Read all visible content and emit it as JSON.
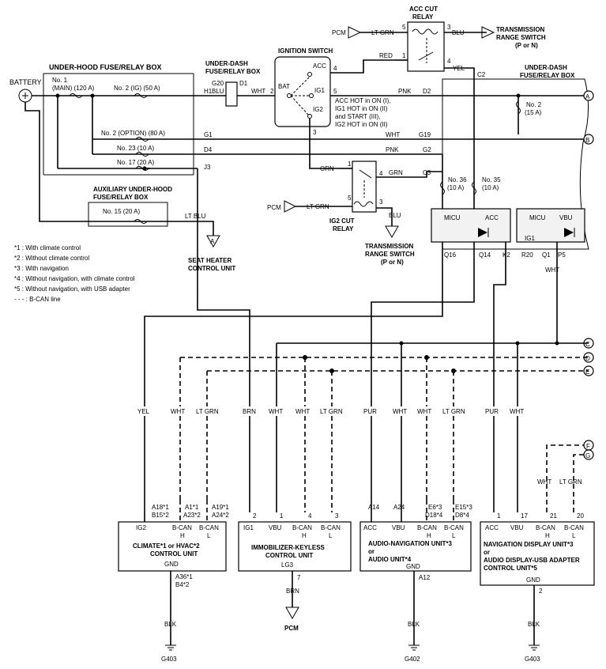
{
  "battery": "BATTERY",
  "under_hood_box": {
    "title": "UNDER-HOOD FUSE/RELAY BOX",
    "fuse1": "No. 1",
    "fuse1b": "(MAIN)  (120 A)",
    "fuse2": "No. 2 (IG)  (50 A)",
    "fuse_opt": "No. 2 (OPTION)  (80 A)",
    "fuse23": "No. 23  (10 A)",
    "fuse17": "No. 17  (20 A)",
    "pin_h1": "H1",
    "pin_g1": "G1",
    "pin_d4": "D4",
    "pin_j3": "J3"
  },
  "under_dash_box_left": {
    "title1": "UNDER-DASH",
    "title2": "FUSE/RELAY BOX",
    "pin_g20": "G20",
    "pin_d1": "D1"
  },
  "ignition_switch": {
    "title": "IGNITION SWITCH",
    "acc": "ACC",
    "bat": "BAT",
    "ig1": "IG1",
    "ig2": "IG2",
    "p2": "2",
    "p4": "4",
    "p5": "5",
    "p3": "3",
    "note1": "ACC HOT in ON (I),",
    "note2": "IG1 HOT in ON (II)",
    "note3": "and START (III),",
    "note4": "IG2 HOT in ON (II)"
  },
  "acc_cut_relay": {
    "title1": "ACC CUT",
    "title2": "RELAY",
    "p5": "5",
    "p3": "3",
    "p1": "1",
    "p4": "4",
    "pcm": "PCM",
    "ltgrn": "LT GRN",
    "blu": "BLU",
    "red": "RED",
    "yel": "YEL",
    "trs1": "TRANSMISSION",
    "trs2": "RANGE SWITCH",
    "trs3": "(P or N)"
  },
  "ig2_cut_relay": {
    "title1": "IG2 CUT",
    "title2": "RELAY",
    "p1": "1",
    "p4": "4",
    "p5": "5",
    "p3": "3",
    "orn": "ORN",
    "grn": "GRN",
    "pcm": "PCM",
    "ltgrn": "LT GRN",
    "blu": "BLU",
    "trs1": "TRANSMISSION",
    "trs2": "RANGE SWITCH",
    "trs3": "(P or N)"
  },
  "under_dash_box_right": {
    "title1": "UNDER-DASH",
    "title2": "FUSE/RELAY BOX",
    "c2": "C2",
    "d2": "D2",
    "g19": "G19",
    "g2": "G2",
    "c3": "C3",
    "fuse2a": "No. 2",
    "fuse2b": "(15 A)",
    "fuse36a": "No. 36",
    "fuse36b": "(10 A)",
    "fuse35a": "No. 35",
    "fuse35b": "(10 A)",
    "micu1": "MICU",
    "acc": "ACC",
    "micu2": "MICU",
    "vbu": "VBU",
    "ig1": "IG1",
    "q16": "Q16",
    "q14": "Q14",
    "k2": "K2",
    "r20": "R20",
    "q1": "Q1",
    "p5": "P5"
  },
  "wire_labels": {
    "blu": "BLU",
    "wht": "WHT",
    "pnk": "PNK",
    "wht2": "WHT",
    "pnk2": "PNK",
    "ltblu": "LT BLU",
    "wht_micu": "WHT"
  },
  "aux_box": {
    "title1": "AUXILIARY UNDER-HOOD",
    "title2": "FUSE/RELAY BOX",
    "fuse15": "No. 15  (20 A)"
  },
  "seat_heater": {
    "l1": "SEAT HEATER",
    "l2": "CONTROL UNIT"
  },
  "connectors": {
    "a": "A",
    "b": "B",
    "c": "C",
    "d": "D",
    "e": "E",
    "f": "F",
    "g": "G"
  },
  "legend": [
    "*1 : With climate control",
    "*2 : Without climate control",
    "*3 : With navigation",
    "*4 : Without navigation, with climate control",
    "*5 : Without navigation, with USB adapter",
    "- - - : B-CAN line"
  ],
  "climate": {
    "w1": "YEL",
    "w2": "WHT",
    "w3": "LT GRN",
    "p1a": "A18*1",
    "p1b": "B15*2",
    "p2a": "A1*1",
    "p2b": "A23*2",
    "p3a": "A19*1",
    "p3b": "A24*2",
    "ig2": "IG2",
    "bcan_h1": "B-CAN",
    "bcan_h2": "H",
    "bcan_l1": "B-CAN",
    "bcan_l2": "L",
    "name1": "CLIMATE*1 or HVAC*2",
    "name2": "CONTROL UNIT",
    "gnd": "GND",
    "gp1": "A36*1",
    "gp2": "B4*2",
    "blk": "BLK",
    "ground": "G403"
  },
  "immobilizer": {
    "w1": "BRN",
    "w2": "WHT",
    "w3": "WHT",
    "w4": "LT GRN",
    "p1": "2",
    "p2": "1",
    "p3": "4",
    "p4": "3",
    "ig1": "IG1",
    "vbu": "VBU",
    "bcan_h1": "B-CAN",
    "bcan_h2": "H",
    "bcan_l1": "B-CAN",
    "bcan_l2": "L",
    "name1": "IMMOBILIZER-KEYLESS",
    "name2": "CONTROL UNIT",
    "lg3": "LG3",
    "gp": "7",
    "brn": "BRN",
    "pcm": "PCM"
  },
  "audio": {
    "w1": "PUR",
    "w2": "WHT",
    "w3": "WHT",
    "w4": "LT GRN",
    "p1": "A14",
    "p2": "A24",
    "p3a": "E6*3",
    "p3b": "D18*4",
    "p4a": "E15*3",
    "p4b": "D8*4",
    "acc": "ACC",
    "vbu": "VBU",
    "bcan_h1": "B-CAN",
    "bcan_h2": "H",
    "bcan_l1": "B-CAN",
    "bcan_l2": "L",
    "name1": "AUDIO-NAVIGATION UNIT*3",
    "name2": "or",
    "name3": "AUDIO UNIT*4",
    "gnd": "GND",
    "gp": "A12",
    "blk": "BLK",
    "ground": "G402"
  },
  "nav": {
    "w1": "PUR",
    "w2": "WHT",
    "w3": "WHT",
    "w4": "LT GRN",
    "p1": "1",
    "p2": "17",
    "p3": "21",
    "p4": "20",
    "acc": "ACC",
    "vbu": "VBU",
    "bcan_h1": "B-CAN",
    "bcan_h2": "H",
    "bcan_l1": "B-CAN",
    "bcan_l2": "L",
    "name1": "NAVIGATION DISPLAY UNIT*3",
    "name2": "or",
    "name3": "AUDIO DISPLAY-USB ADAPTER",
    "name4": "CONTROL UNIT*5",
    "gnd": "GND",
    "gp": "2",
    "blk": "BLK",
    "ground": "G403"
  }
}
